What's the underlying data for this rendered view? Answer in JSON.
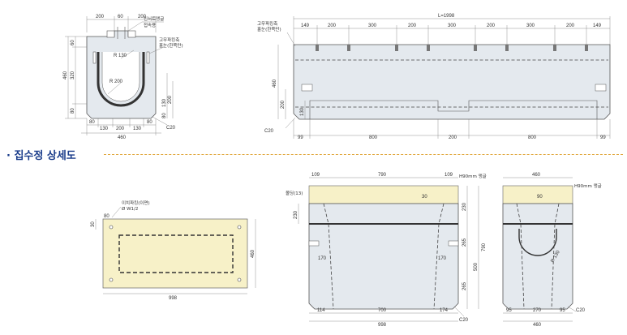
{
  "section_title": "· 집수정 상세도",
  "colors": {
    "title": "#1a3c8a",
    "rule": "#e0a63a",
    "body": "#e4e9ee",
    "cover": "#f7f1c8"
  },
  "v1": {
    "top": [
      "200",
      "60",
      "200"
    ],
    "bottom_inner": [
      "80",
      "130",
      "200",
      "130",
      "80"
    ],
    "bottom_total": "460",
    "left": [
      "460",
      "60",
      "320",
      "80"
    ],
    "right": [
      "130",
      "200",
      "80"
    ],
    "center": [
      "R 130",
      "R 200"
    ],
    "note1a": "인서트앵글",
    "note1b": "접속용",
    "note2a": "고무파킹축",
    "note2b": "홀눈(한쪽만)",
    "chamfer": "C20"
  },
  "v2": {
    "total": "L=1998",
    "top": [
      "149",
      "200",
      "300",
      "200",
      "300",
      "200",
      "300",
      "200",
      "149"
    ],
    "left": [
      "460",
      "200",
      "130"
    ],
    "bottom": [
      "99",
      "800",
      "200",
      "800",
      "99"
    ],
    "note_a": "고무파킹축",
    "note_b": "홀눈(한쪽만)",
    "chamfer": "C20"
  },
  "v3": {
    "note_a": "이치파킹(이면)",
    "note_b": "Ø W1/2",
    "left": [
      "30",
      "80"
    ],
    "right": "460",
    "bottom": "998"
  },
  "v4": {
    "top": [
      "109",
      "790",
      "109"
    ],
    "angle": "H90mm 앵글",
    "note": "몰딩(13)",
    "left": [
      "170",
      "170"
    ],
    "inner": [
      "30",
      "230",
      "265",
      "500",
      "265",
      "790"
    ],
    "bottom": [
      "114",
      "700",
      "174"
    ],
    "total": "998",
    "chamfer": "C20"
  },
  "v5": {
    "top": "460",
    "angle": "H90mm 앵글",
    "inner": [
      "90",
      "R 130"
    ],
    "bottom": [
      "95",
      "270",
      "95"
    ],
    "total": "460",
    "chamfer": "C20"
  }
}
